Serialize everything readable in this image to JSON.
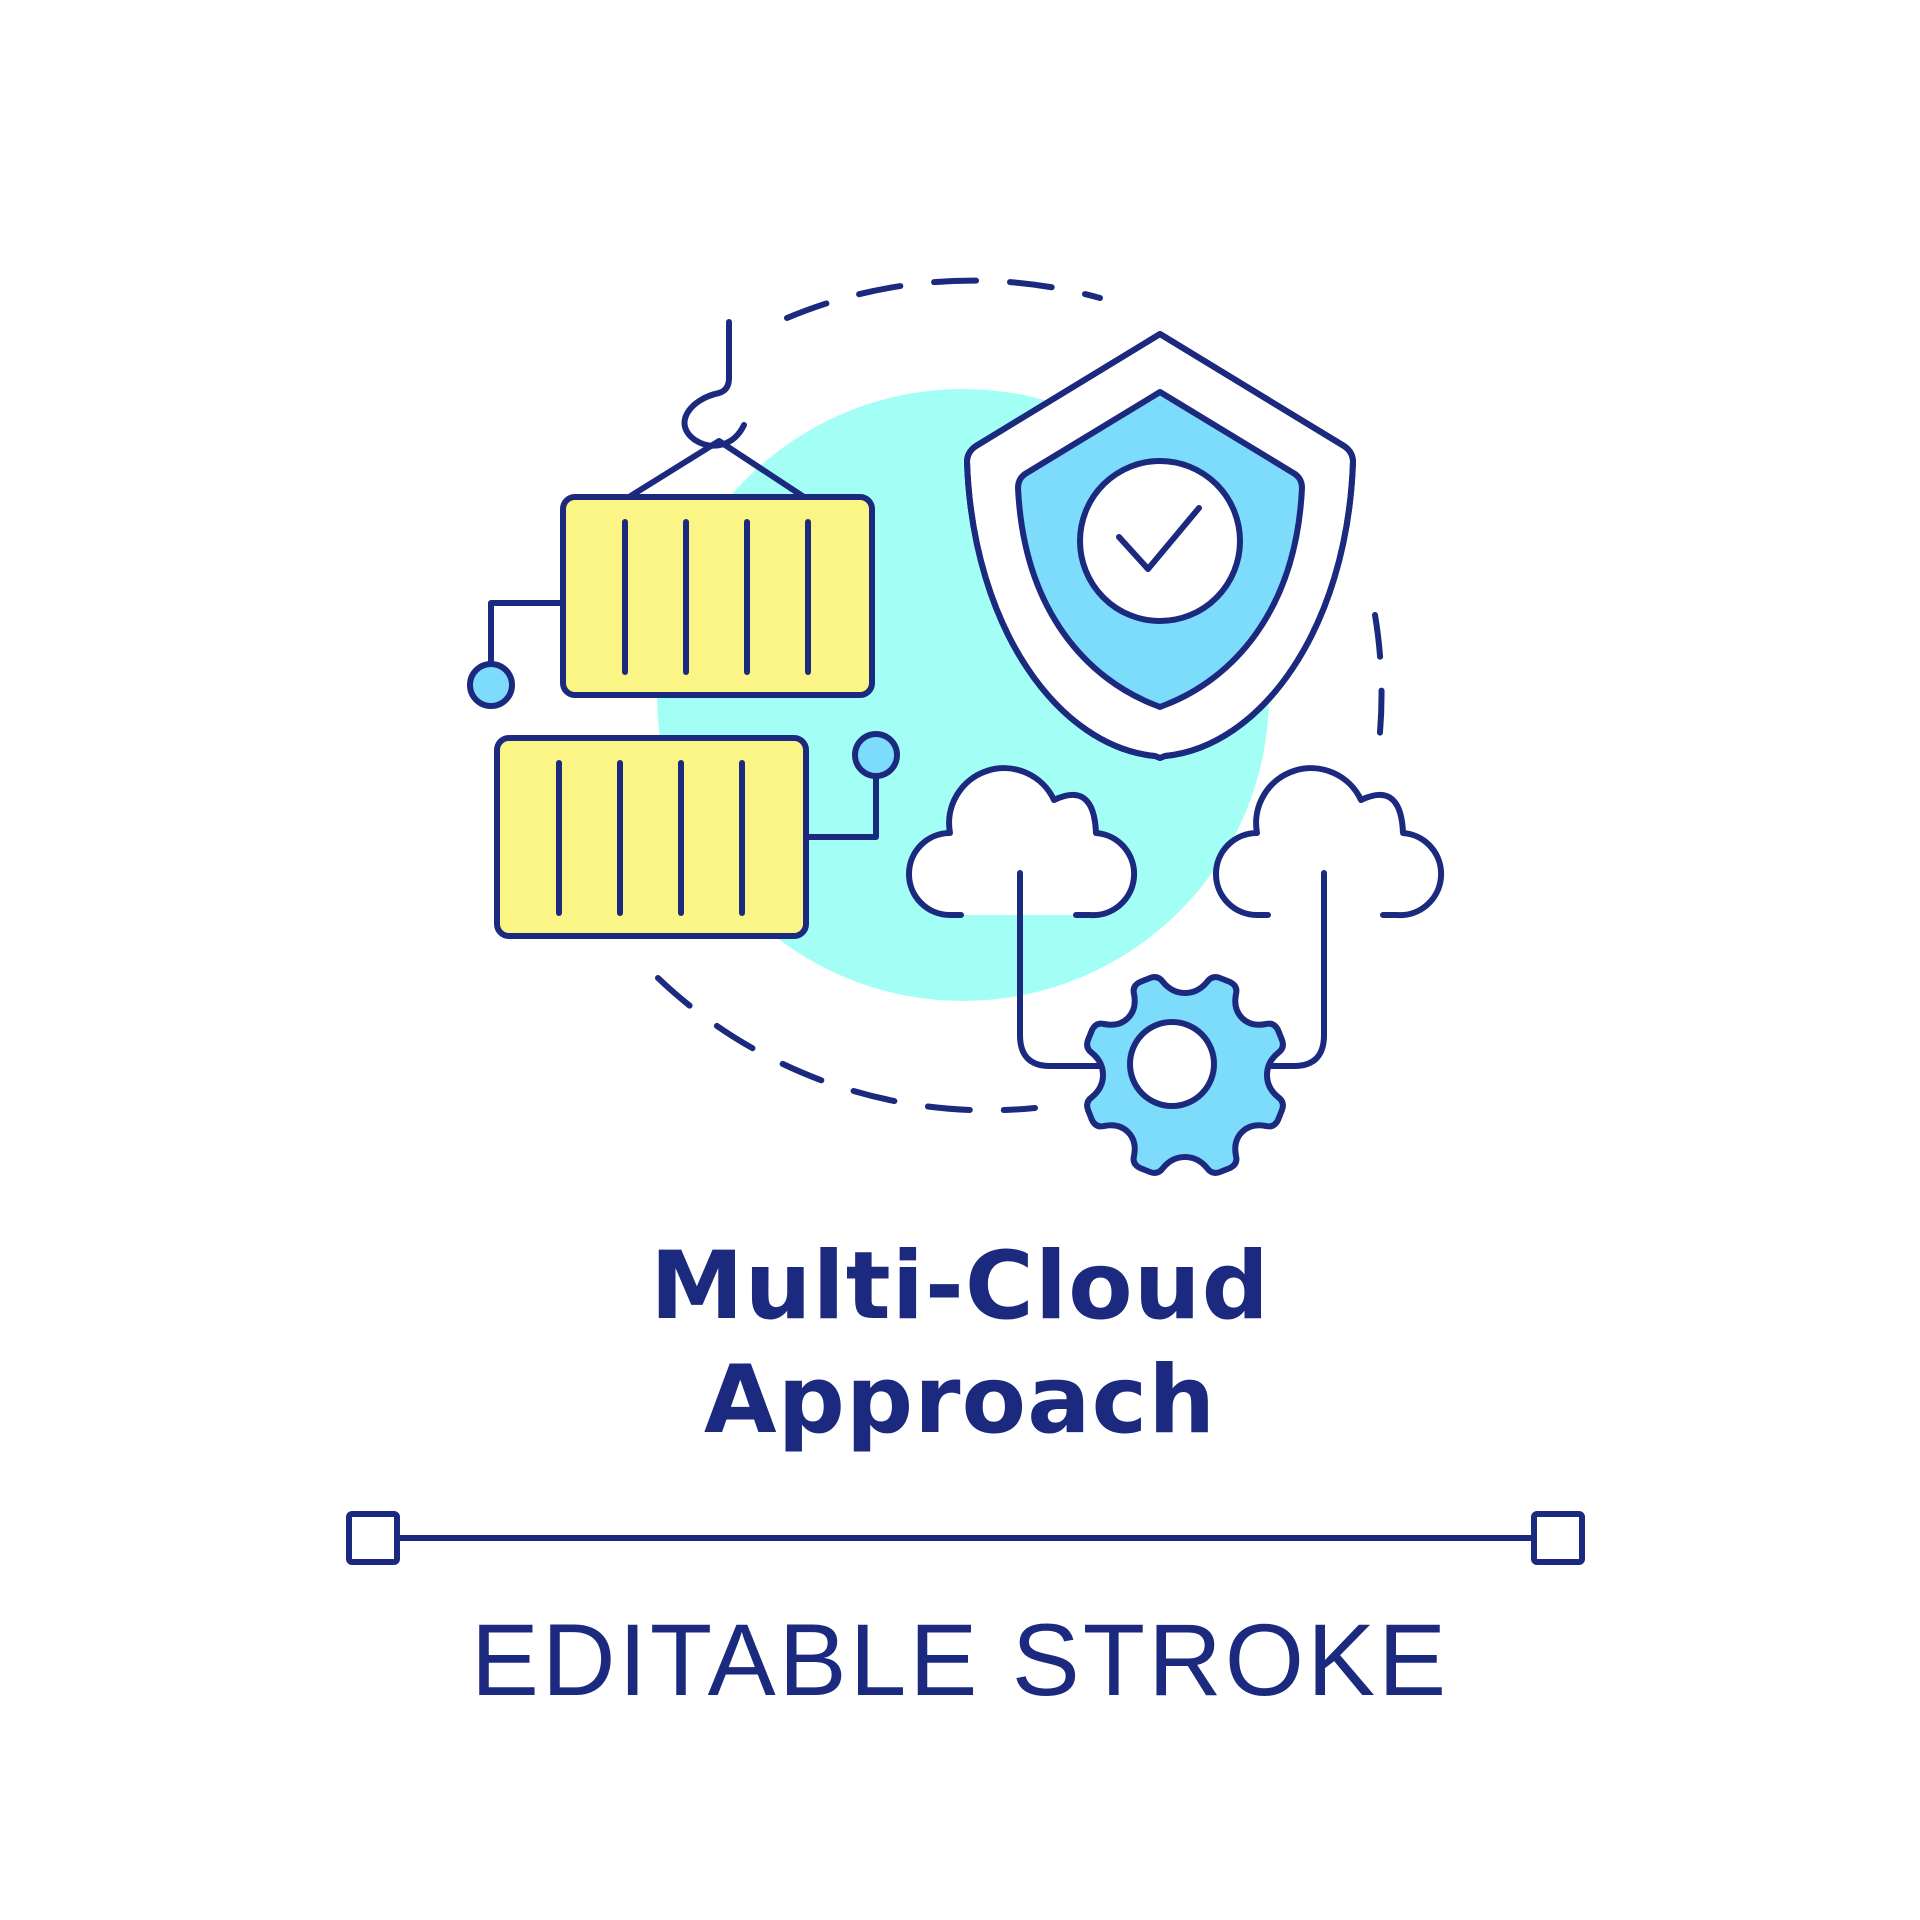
{
  "title": {
    "line1": "Multi-Cloud",
    "line2": "Approach"
  },
  "caption": "EDITABLE STROKE",
  "icons": [
    "containers-icon",
    "crane-hook-icon",
    "shield-check-icon",
    "cloud-icon",
    "gear-icon",
    "dashed-circle-frame",
    "stroke-line-handles"
  ],
  "colors": {
    "stroke": "#1b2a7e",
    "text": "#1b2a7e",
    "background_circle": "#a3fff6",
    "container_fill": "#fbf585",
    "accent_blue": "#7ddcfb",
    "white": "#ffffff"
  }
}
